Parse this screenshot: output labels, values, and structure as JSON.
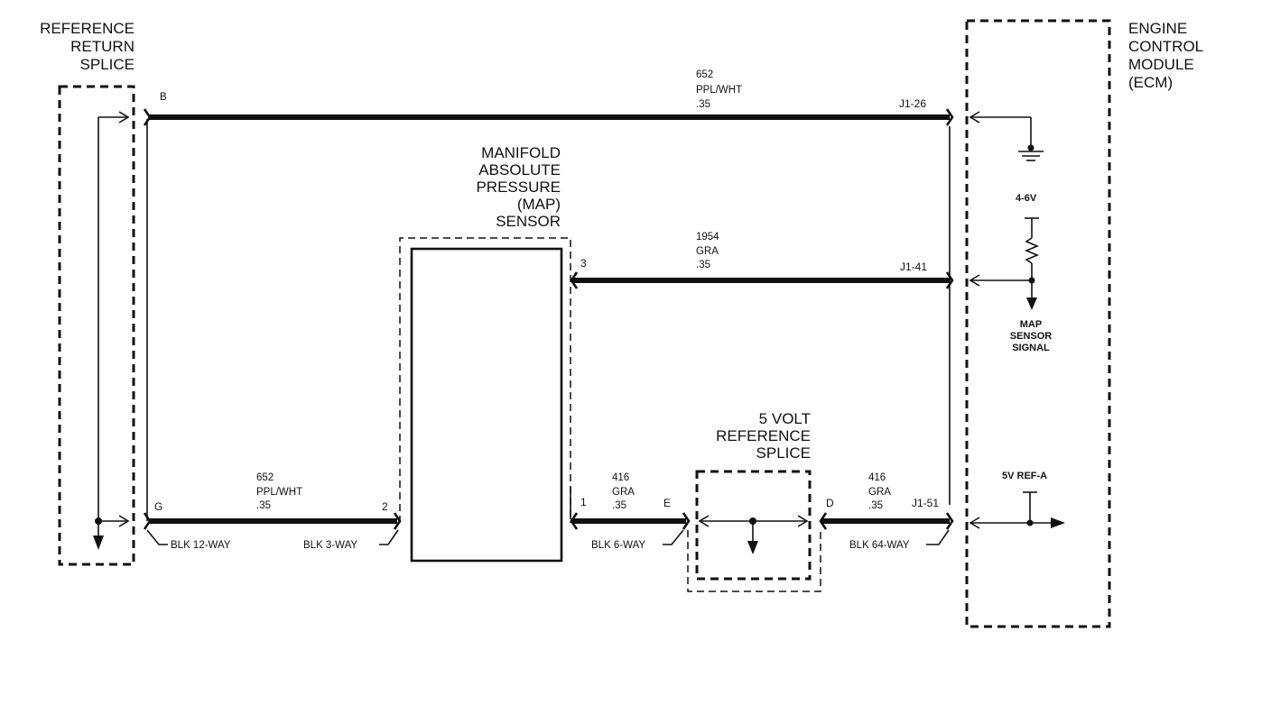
{
  "reference_return_splice": {
    "title_lines": [
      "REFERENCE",
      "RETURN",
      "SPLICE"
    ],
    "pin_top": "B",
    "pin_bottom": "G"
  },
  "ecm": {
    "title_lines": [
      "ENGINE",
      "CONTROL",
      "MODULE",
      "(ECM)"
    ],
    "voltage_label": "4-6V",
    "signal_lines": [
      "MAP",
      "SENSOR",
      "SIGNAL"
    ],
    "ref_label": "5V REF-A"
  },
  "map_sensor": {
    "title_lines": [
      "MANIFOLD",
      "ABSOLUTE",
      "PRESSURE",
      "(MAP)",
      "SENSOR"
    ],
    "pin_signal": "3",
    "pin_ground": "2",
    "pin_ref": "1"
  },
  "five_volt_splice": {
    "title_lines": [
      "5 VOLT",
      "REFERENCE",
      "SPLICE"
    ],
    "pin_left": "E",
    "pin_right": "D"
  },
  "wires": {
    "top": {
      "circuit": "652",
      "color": "PPL/WHT",
      "gauge": ".35",
      "ecm_pin": "J1-26"
    },
    "signal": {
      "circuit": "1954",
      "color": "GRA",
      "gauge": ".35",
      "ecm_pin": "J1-41"
    },
    "ground": {
      "circuit": "652",
      "color": "PPL/WHT",
      "gauge": ".35"
    },
    "ref_left": {
      "circuit": "416",
      "color": "GRA",
      "gauge": ".35"
    },
    "ref_right": {
      "circuit": "416",
      "color": "GRA",
      "gauge": ".35",
      "ecm_pin": "J1-51"
    }
  },
  "connectors": {
    "blk12": "BLK 12-WAY",
    "blk3": "BLK 3-WAY",
    "blk6": "BLK 6-WAY",
    "blk64": "BLK 64-WAY"
  }
}
